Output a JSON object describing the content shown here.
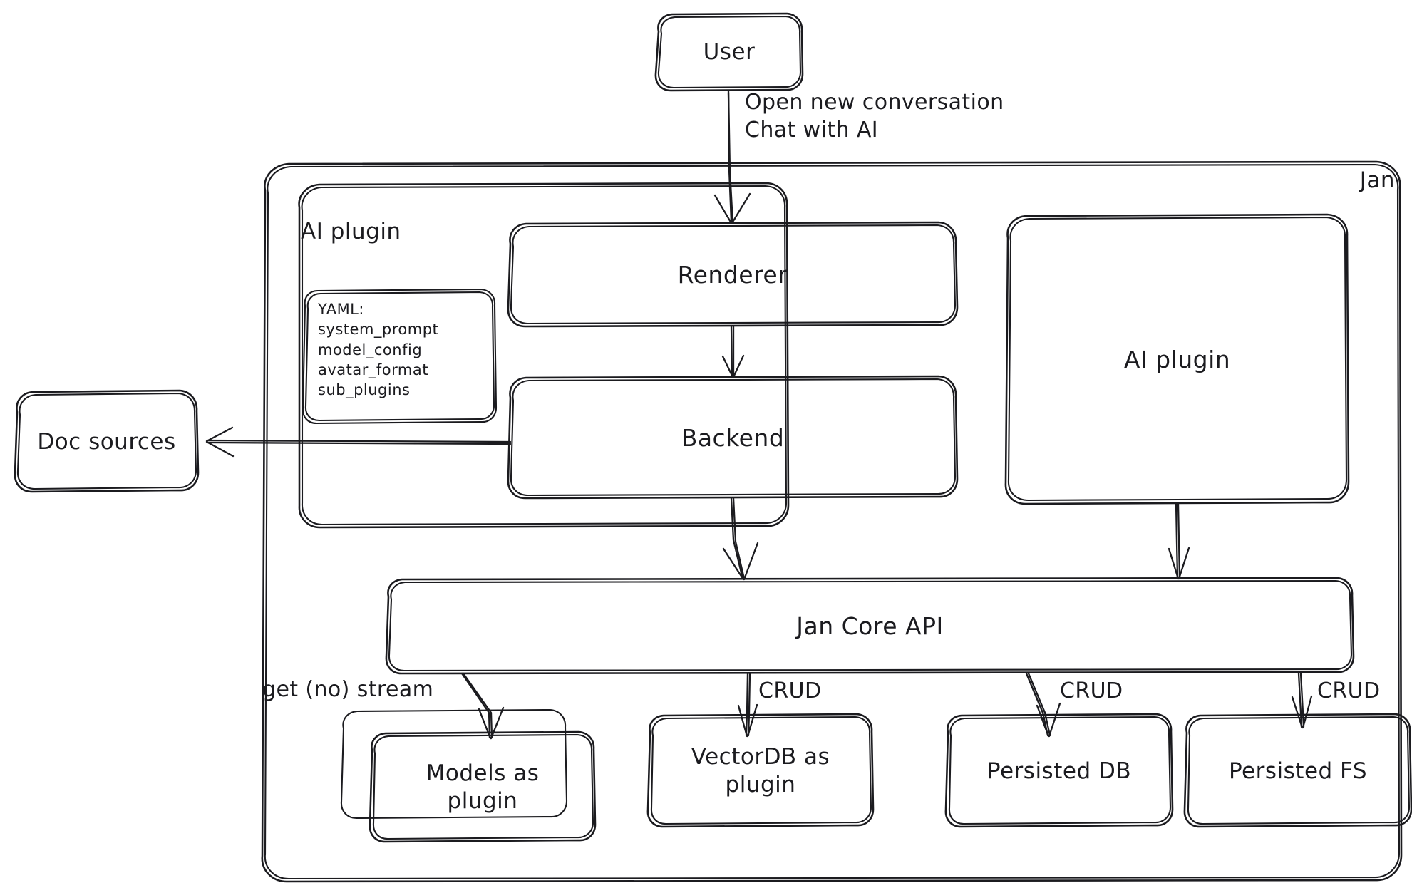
{
  "diagram": {
    "title": "Jan architecture diagram",
    "style": "hand-drawn",
    "stroke_color": "#1b1b1f",
    "fill_color": "#ffffff",
    "background": "#ffffff"
  },
  "containers": [
    {
      "id": "jan",
      "label": "Jan",
      "label_position": "top-right"
    },
    {
      "id": "ai-plugin-group",
      "label": "AI plugin",
      "label_position": "top-left"
    }
  ],
  "nodes": [
    {
      "id": "user",
      "label": "User"
    },
    {
      "id": "renderer",
      "label": "Renderer"
    },
    {
      "id": "backend",
      "label": "Backend"
    },
    {
      "id": "yaml",
      "label": "YAML:\nsystem_prompt\nmodel_config\navatar_format\nsub_plugins"
    },
    {
      "id": "doc-sources",
      "label": "Doc sources"
    },
    {
      "id": "ai-plugin",
      "label": "AI plugin"
    },
    {
      "id": "jan-core-api",
      "label": "Jan Core API"
    },
    {
      "id": "models",
      "label": "Models as\nplugin"
    },
    {
      "id": "vectordb",
      "label": "VectorDB as\nplugin"
    },
    {
      "id": "persisted-db",
      "label": "Persisted DB"
    },
    {
      "id": "persisted-fs",
      "label": "Persisted FS"
    }
  ],
  "edges": [
    {
      "id": "user-renderer",
      "from": "user",
      "to": "renderer",
      "label": "Open new conversation\nChat with AI"
    },
    {
      "id": "renderer-backend",
      "from": "renderer",
      "to": "backend",
      "label": ""
    },
    {
      "id": "backend-doc",
      "from": "backend",
      "to": "doc-sources",
      "label": ""
    },
    {
      "id": "backend-core",
      "from": "backend",
      "to": "jan-core-api",
      "label": ""
    },
    {
      "id": "aiplugin-core",
      "from": "ai-plugin",
      "to": "jan-core-api",
      "label": ""
    },
    {
      "id": "core-models",
      "from": "jan-core-api",
      "to": "models",
      "label": "get (no) stream"
    },
    {
      "id": "core-vectordb",
      "from": "jan-core-api",
      "to": "vectordb",
      "label": "CRUD"
    },
    {
      "id": "core-persisteddb",
      "from": "jan-core-api",
      "to": "persisted-db",
      "label": "CRUD"
    },
    {
      "id": "core-persistedfs",
      "from": "jan-core-api",
      "to": "persisted-fs",
      "label": "CRUD"
    }
  ]
}
